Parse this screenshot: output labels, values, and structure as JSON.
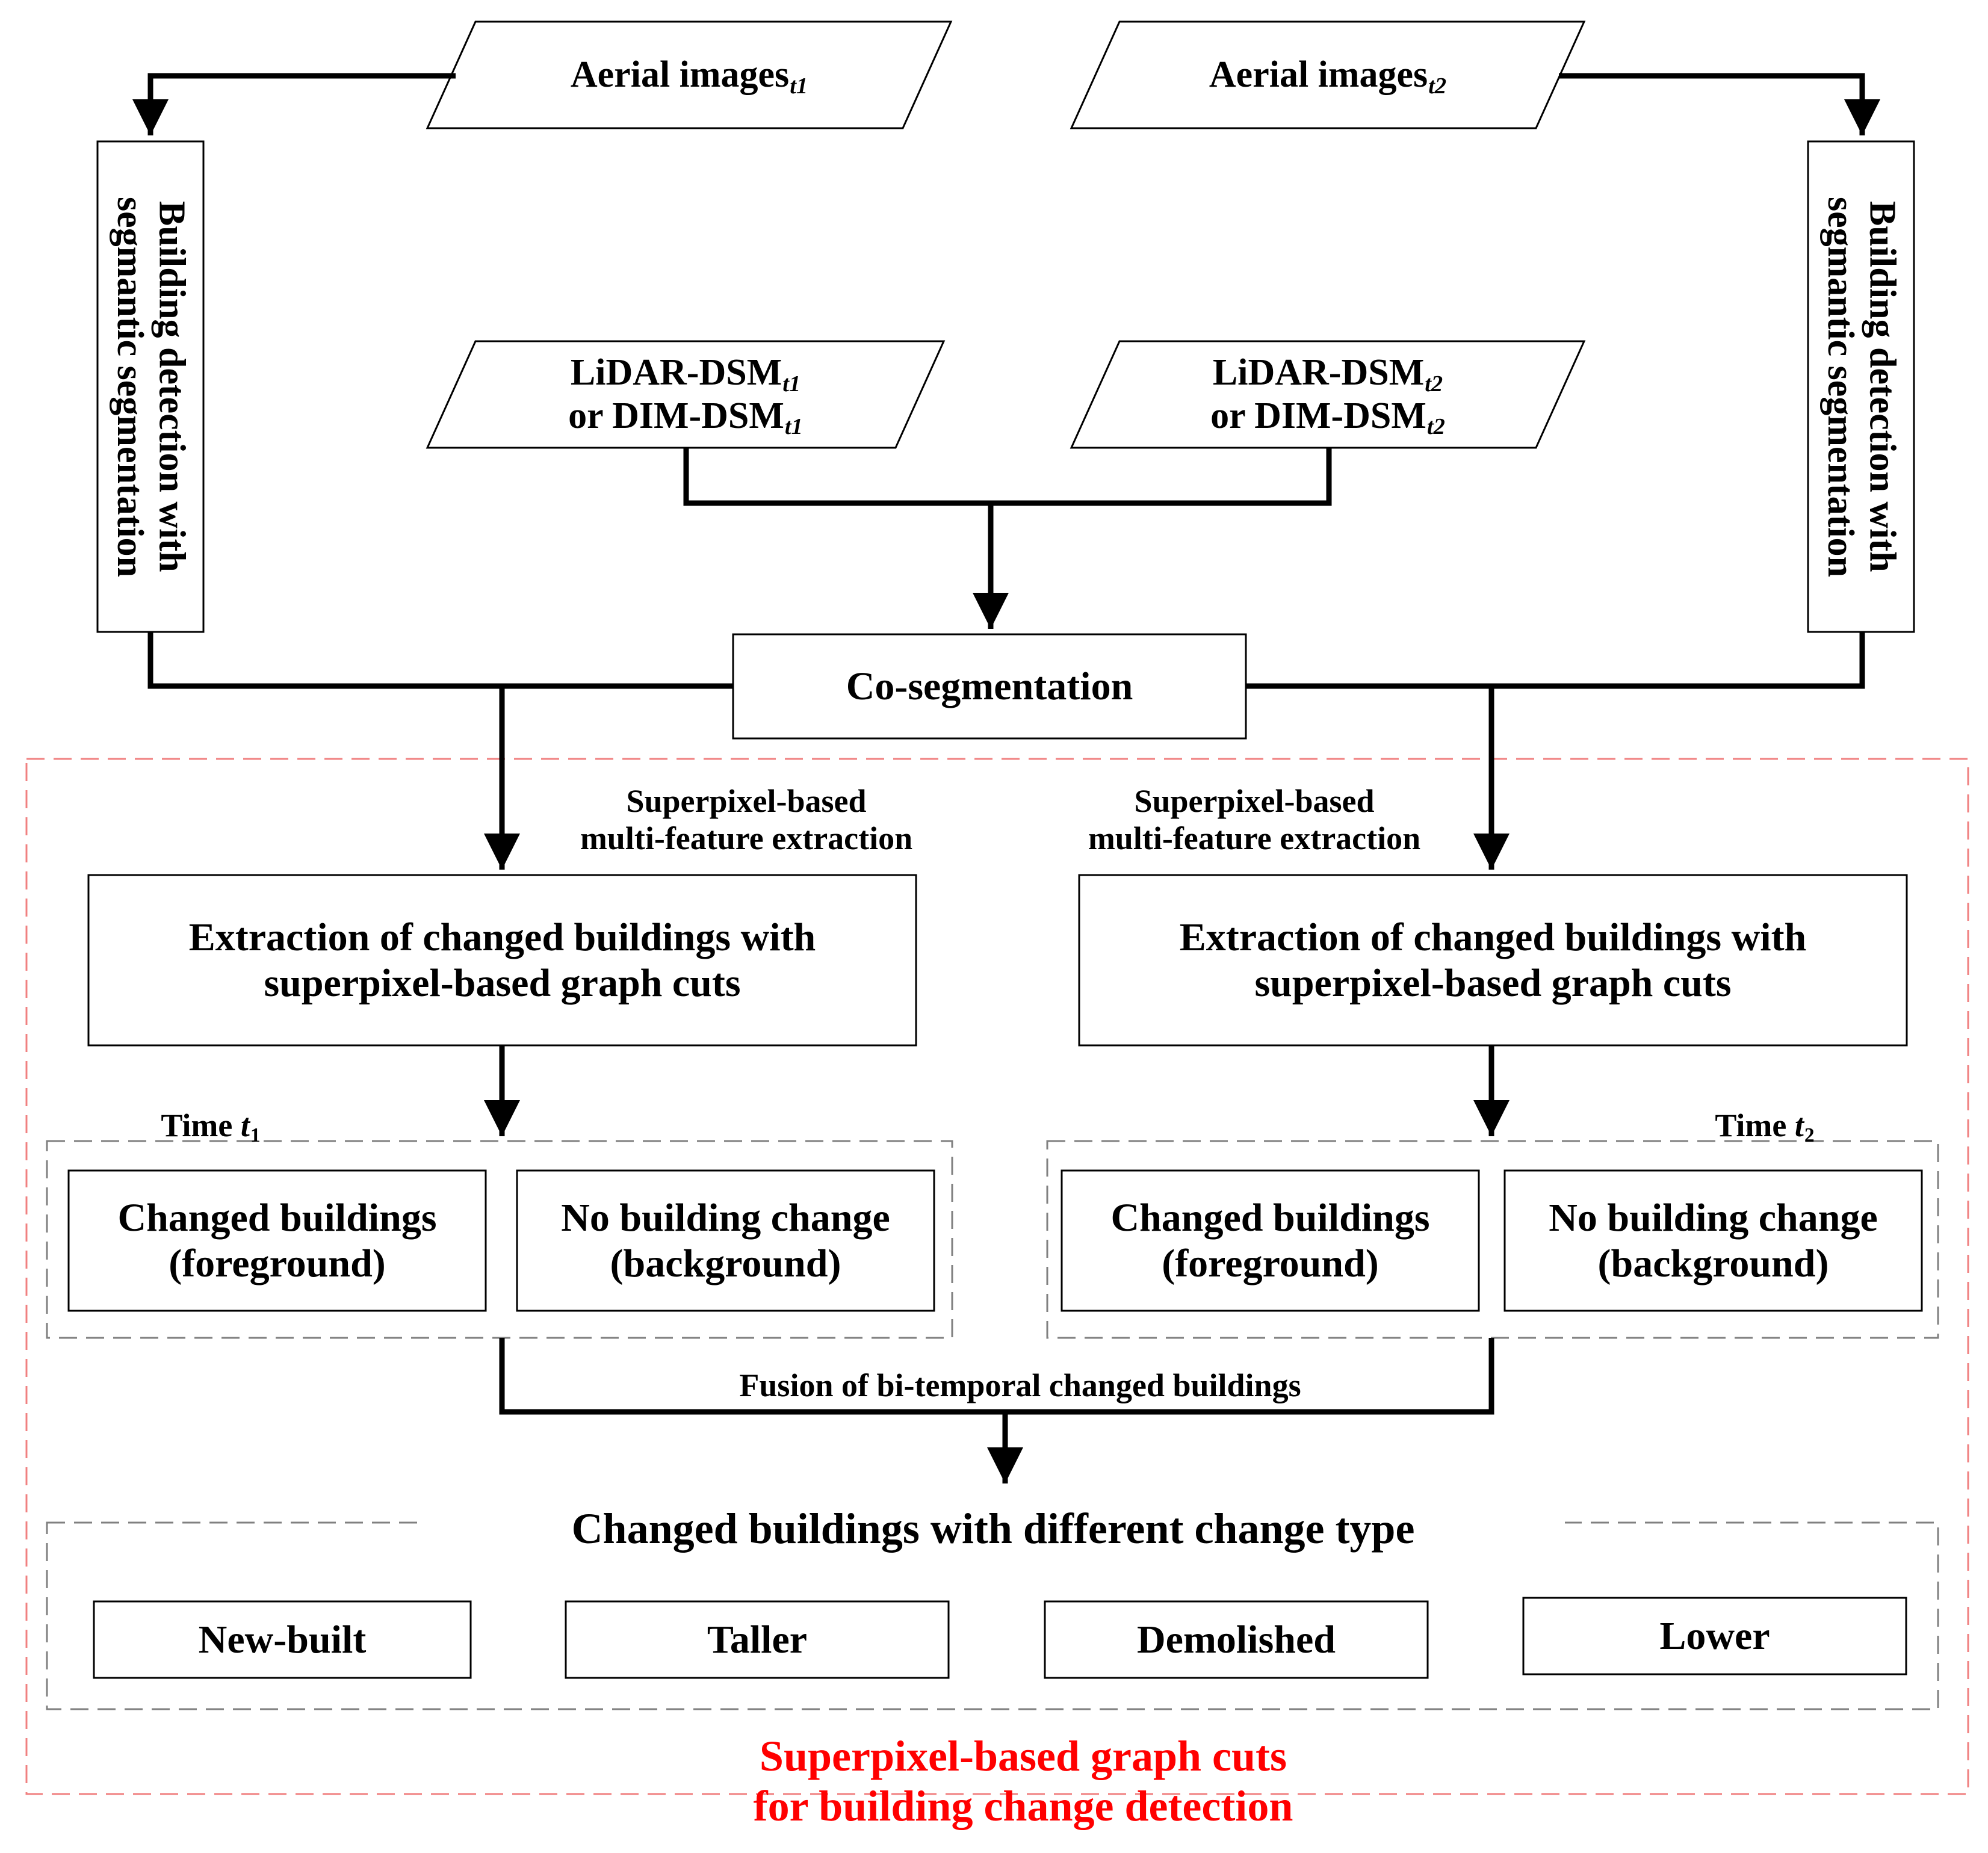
{
  "inputs": {
    "aerial_t1": {
      "text": "Aerial images",
      "sub": "t1"
    },
    "aerial_t2": {
      "text": "Aerial images",
      "sub": "t2"
    },
    "dsm_t1": {
      "line1": "LiDAR-DSM",
      "line2": "or DIM-DSM",
      "sub": "t1"
    },
    "dsm_t2": {
      "line1": "LiDAR-DSM",
      "line2": "or DIM-DSM",
      "sub": "t2"
    }
  },
  "side_boxes": {
    "left": {
      "line1": "Building detection with",
      "line2": "segmantic segmentation"
    },
    "right": {
      "line1": "Building detection with",
      "line2": "segmantic segmentation"
    }
  },
  "cosegmentation": "Co-segmentation",
  "feature_label": {
    "line1": "Superpixel-based",
    "line2": "multi-feature extraction"
  },
  "extraction_box": {
    "line1": "Extraction of changed buildings with",
    "line2": "superpixel-based graph cuts"
  },
  "time_labels": {
    "t1": {
      "text": "Time ",
      "var": "t",
      "sub": "1"
    },
    "t2": {
      "text": "Time ",
      "var": "t",
      "sub": "2"
    }
  },
  "result_boxes": {
    "changed": {
      "line1": "Changed buildings",
      "line2": "(foreground)"
    },
    "no_change": {
      "line1": "No building change",
      "line2": "(background)"
    }
  },
  "fusion_label": "Fusion of bi-temporal changed buildings",
  "change_types": {
    "title": "Changed buildings with different change type",
    "items": [
      "New-built",
      "Taller",
      "Demolished",
      "Lower"
    ]
  },
  "footer": {
    "line1": "Superpixel-based graph cuts",
    "line2": "for building change detection",
    "color": "#ff0000"
  },
  "colors": {
    "dashed_red": "#f08080",
    "dashed_gray": "#808080",
    "line": "#000000"
  }
}
